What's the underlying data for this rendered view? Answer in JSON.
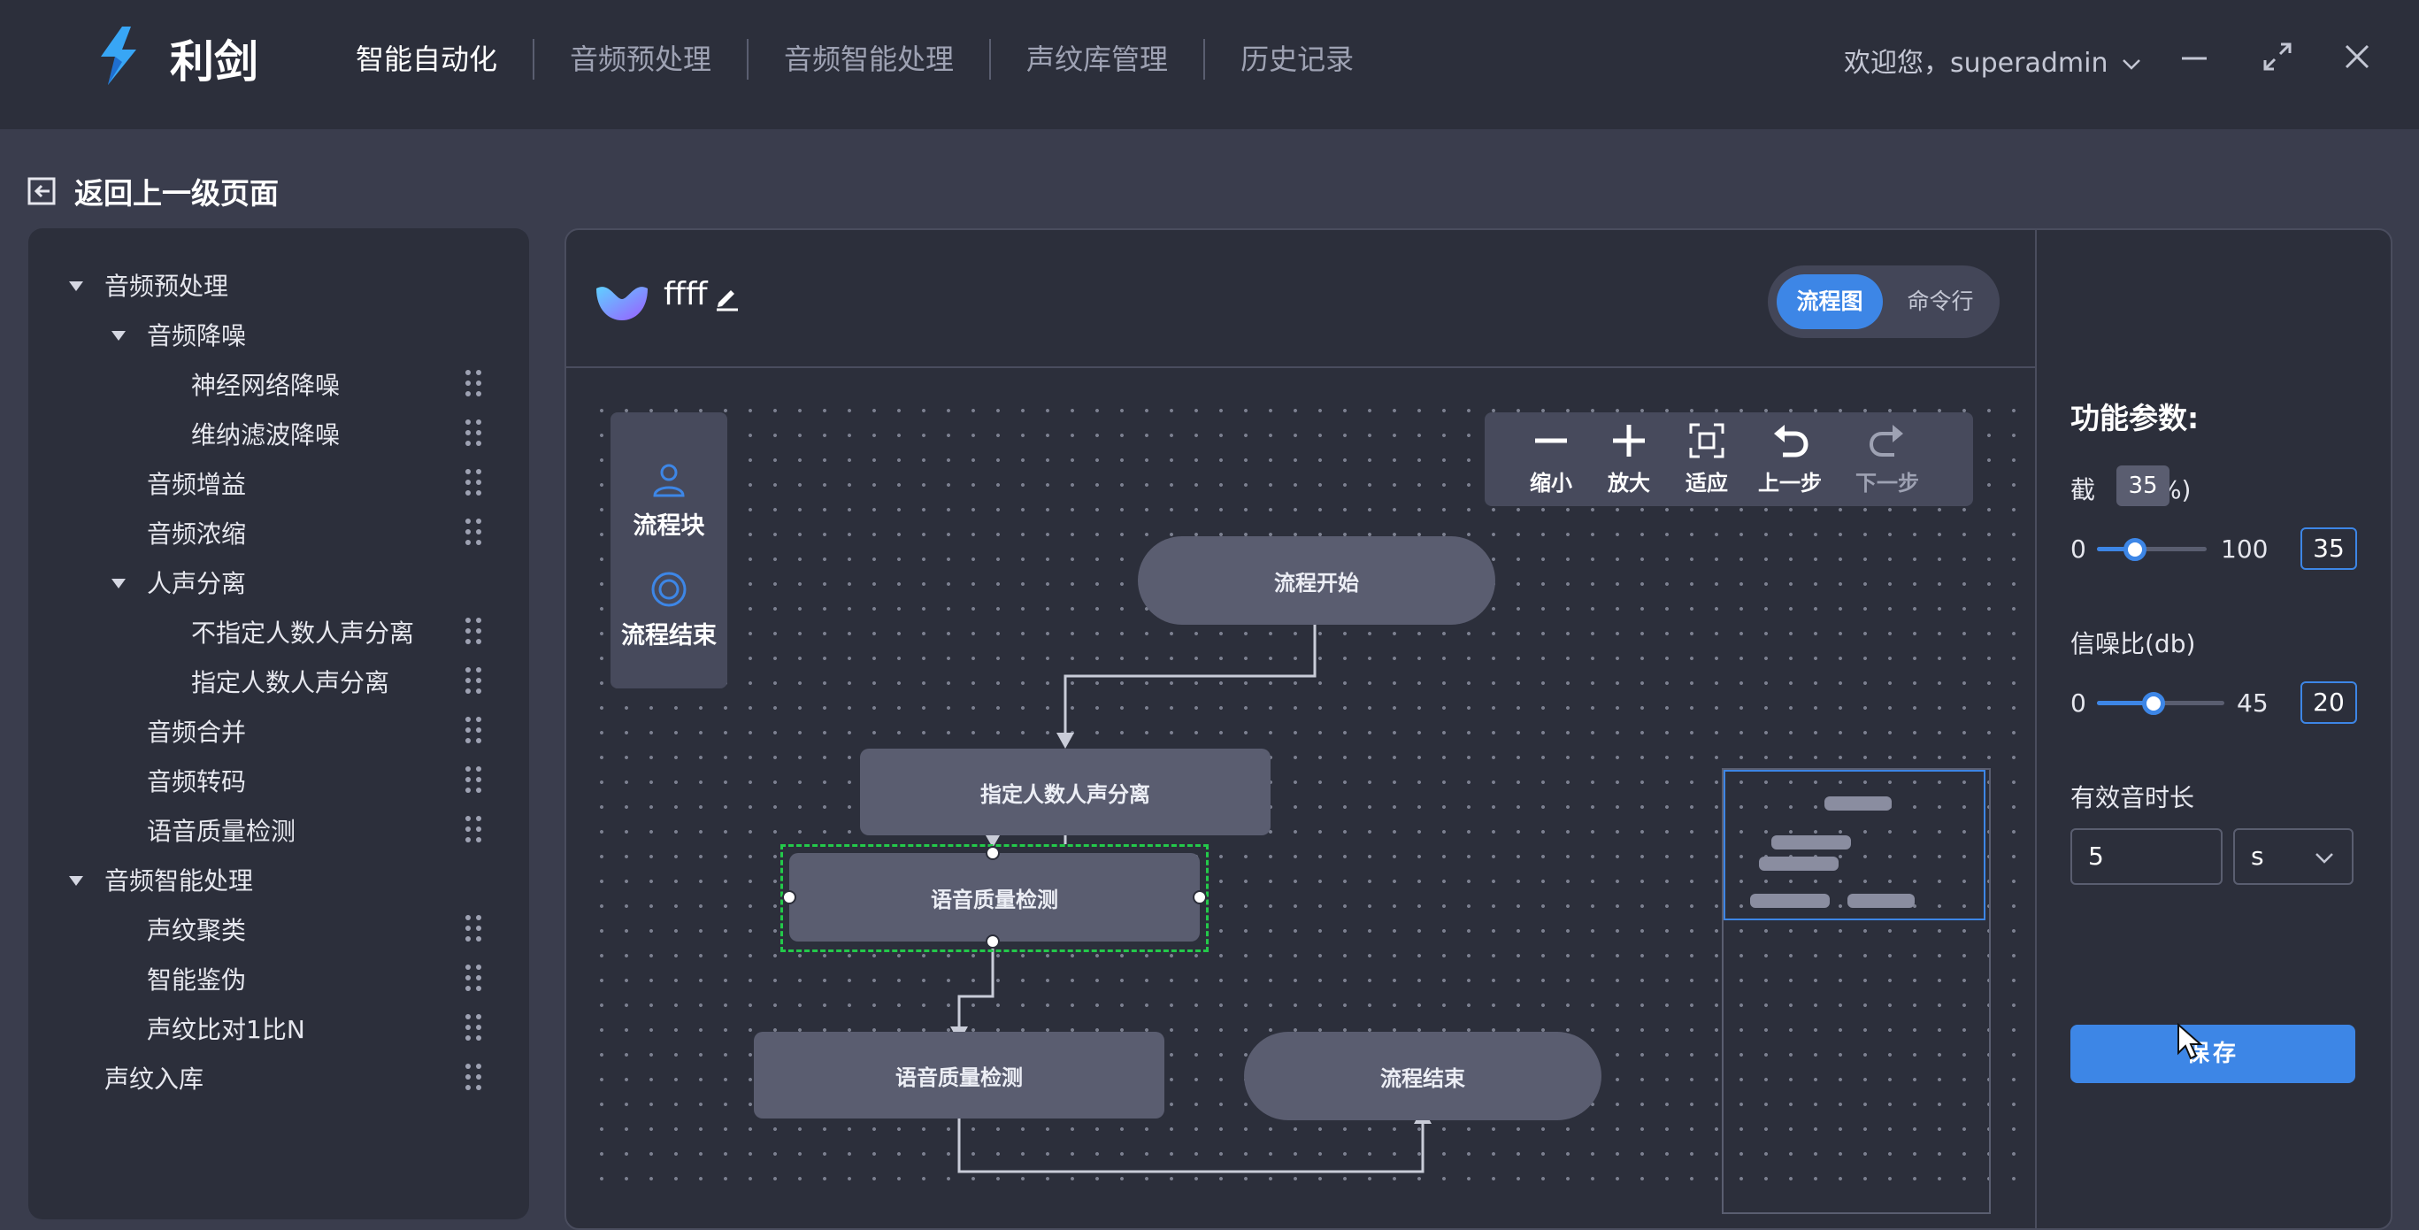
{
  "app": {
    "brand": "利剑",
    "nav": [
      "智能自动化",
      "音频预处理",
      "音频智能处理",
      "声纹库管理",
      "历史记录"
    ],
    "user_greeting": "欢迎您，superadmin",
    "icons": {
      "logo": "bolt-logo-icon",
      "minimize": "minimize-icon",
      "maximize": "maximize-icon",
      "close": "close-icon"
    }
  },
  "back": {
    "label": "返回上一级页面"
  },
  "sidebar": {
    "items": [
      {
        "label": "音频预处理",
        "level": 0,
        "expandable": true
      },
      {
        "label": "音频降噪",
        "level": 1,
        "expandable": true
      },
      {
        "label": "神经网络降噪",
        "level": 2,
        "draggable": true
      },
      {
        "label": "维纳滤波降噪",
        "level": 2,
        "draggable": true
      },
      {
        "label": "音频增益",
        "level": 1,
        "draggable": true
      },
      {
        "label": "音频浓缩",
        "level": 1,
        "draggable": true
      },
      {
        "label": "人声分离",
        "level": 1,
        "expandable": true
      },
      {
        "label": "不指定人数人声分离",
        "level": 2,
        "draggable": true
      },
      {
        "label": "指定人数人声分离",
        "level": 2,
        "draggable": true
      },
      {
        "label": "音频合并",
        "level": 1,
        "draggable": true
      },
      {
        "label": "音频转码",
        "level": 1,
        "draggable": true
      },
      {
        "label": "语音质量检测",
        "level": 1,
        "draggable": true
      },
      {
        "label": "音频智能处理",
        "level": 0,
        "expandable": true
      },
      {
        "label": "声纹聚类",
        "level": 1,
        "draggable": true
      },
      {
        "label": "智能鉴伪",
        "level": 1,
        "draggable": true
      },
      {
        "label": "声纹比对1比N",
        "level": 1,
        "draggable": true
      },
      {
        "label": "声纹入库",
        "level": 0,
        "draggable": true
      }
    ]
  },
  "flow": {
    "name": "ffff",
    "mode_active": "流程图",
    "mode_inactive": "命令行",
    "palette": [
      {
        "label": "流程块",
        "icon": "user-icon"
      },
      {
        "label": "流程结束",
        "icon": "target-icon"
      }
    ],
    "toolbar": [
      {
        "label": "缩小",
        "icon": "minus-icon",
        "enabled": true
      },
      {
        "label": "放大",
        "icon": "plus-icon",
        "enabled": true
      },
      {
        "label": "适应",
        "icon": "fit-icon",
        "enabled": true
      },
      {
        "label": "上一步",
        "icon": "undo-icon",
        "enabled": true
      },
      {
        "label": "下一步",
        "icon": "redo-icon",
        "enabled": false
      }
    ],
    "nodes": {
      "start": "流程开始",
      "separation": "指定人数人声分离",
      "quality_selected": "语音质量检测",
      "quality": "语音质量检测",
      "end": "流程结束"
    }
  },
  "params": {
    "title": "功能参数:",
    "clip": {
      "label_pre": "截",
      "label_post": "(%)",
      "min": "0",
      "max": "100",
      "value": "35",
      "tooltip": "35"
    },
    "snr": {
      "label": "信噪比(db)",
      "min": "0",
      "max": "45",
      "value": "20"
    },
    "duration": {
      "label": "有效音时长",
      "value": "5",
      "unit": "s"
    },
    "save": "保存"
  },
  "colors": {
    "accent": "#3d86e6",
    "selection": "#23c94a",
    "panel": "#2c2f3b",
    "node": "#5a5d70"
  }
}
